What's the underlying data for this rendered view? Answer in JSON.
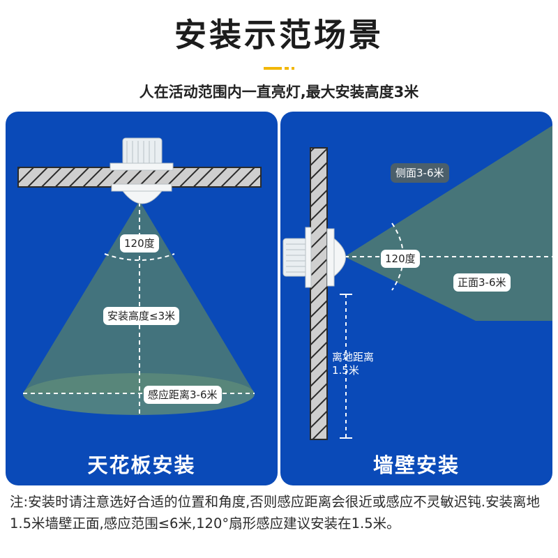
{
  "title": "安装示范场景",
  "subtitle": "人在活动范围内一直亮灯,最大安装高度3米",
  "colors": {
    "panel_blue": "#0a4ab8",
    "cone_green": "#4e7a72",
    "accent_yellow": "#f2b705",
    "wall_gray": "#cfcfcf",
    "hatch": "#2a2a2a"
  },
  "ceiling": {
    "label": "天花板安装",
    "angle_label": "120度",
    "height_label": "安装高度≤3米",
    "range_label": "感应距离3-6米",
    "icon": "pir-sensor-icon"
  },
  "wall": {
    "label": "墙壁安装",
    "side_label": "侧面3-6米",
    "angle_label": "120度",
    "front_label": "正面3-6米",
    "ground_label_line1": "离地距离",
    "ground_label_line2": "1.5米",
    "icon": "pir-sensor-icon"
  },
  "note": "注:安装时请注意选好合适的位置和角度,否则感应距离会很近或感应不灵敏迟钝.安装离地1.5米墙壁正面,感应范围≤6米,120°扇形感应建议安装在1.5米。"
}
